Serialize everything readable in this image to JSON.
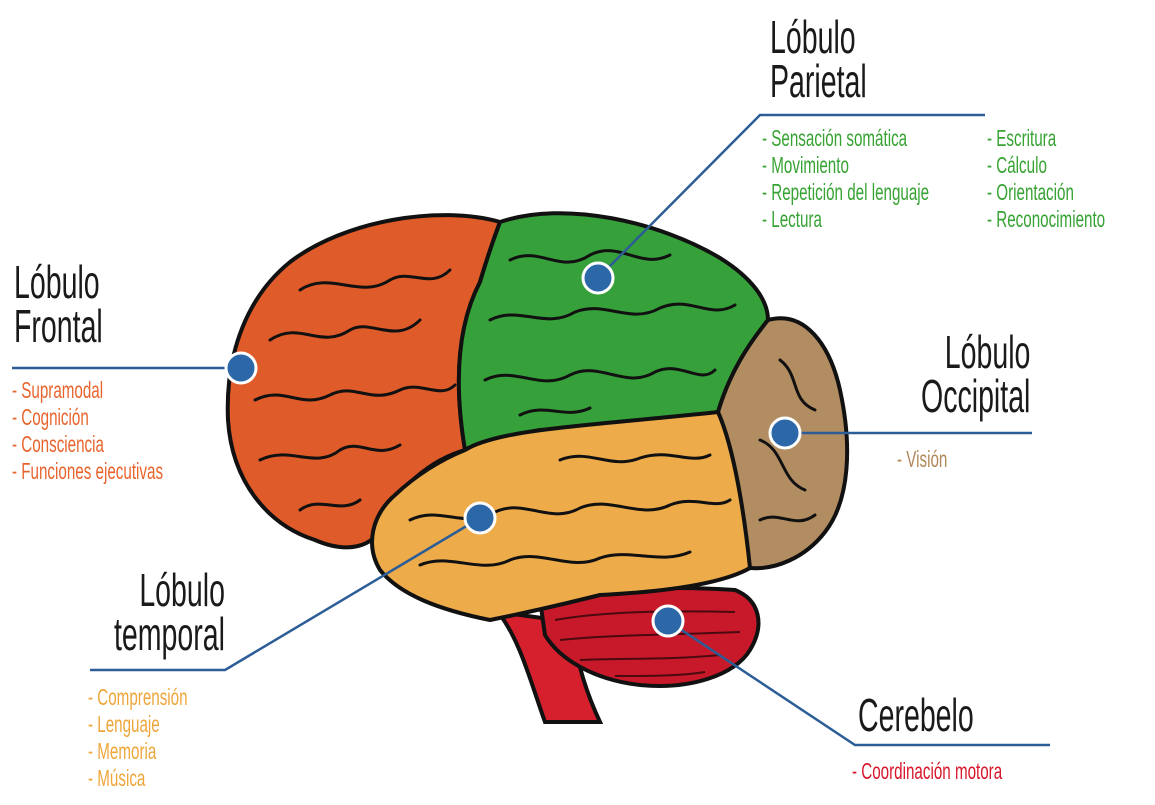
{
  "colors": {
    "frontal": "#df5b2a",
    "parietal": "#36a03a",
    "temporal": "#eeab4a",
    "occipital": "#b38d62",
    "cerebellum": "#c8192a",
    "brainstem": "#d7202e",
    "marker": "#2c67a8",
    "leader_line": "#2c5d97"
  },
  "lobes": {
    "parietal": {
      "title_line1": "Lóbulo",
      "title_line2": "Parietal",
      "functions_col1": [
        "- Sensación somática",
        "- Movimiento",
        "- Repetición del lenguaje",
        "- Lectura"
      ],
      "functions_col2": [
        "- Escritura",
        "- Cálculo",
        "- Orientación",
        "- Reconocimiento"
      ]
    },
    "frontal": {
      "title_line1": "Lóbulo",
      "title_line2": "Frontal",
      "functions": [
        "- Supramodal",
        "- Cognición",
        "- Consciencia",
        "- Funciones ejecutivas"
      ]
    },
    "occipital": {
      "title_line1": "Lóbulo",
      "title_line2": "Occipital",
      "functions": [
        "- Visión"
      ]
    },
    "temporal": {
      "title_line1": "Lóbulo",
      "title_line2": "temporal",
      "functions": [
        "- Comprensión",
        "- Lenguaje",
        "- Memoria",
        "- Música"
      ]
    },
    "cerebellum": {
      "title": "Cerebelo",
      "functions": [
        "- Coordinación motora"
      ]
    }
  }
}
